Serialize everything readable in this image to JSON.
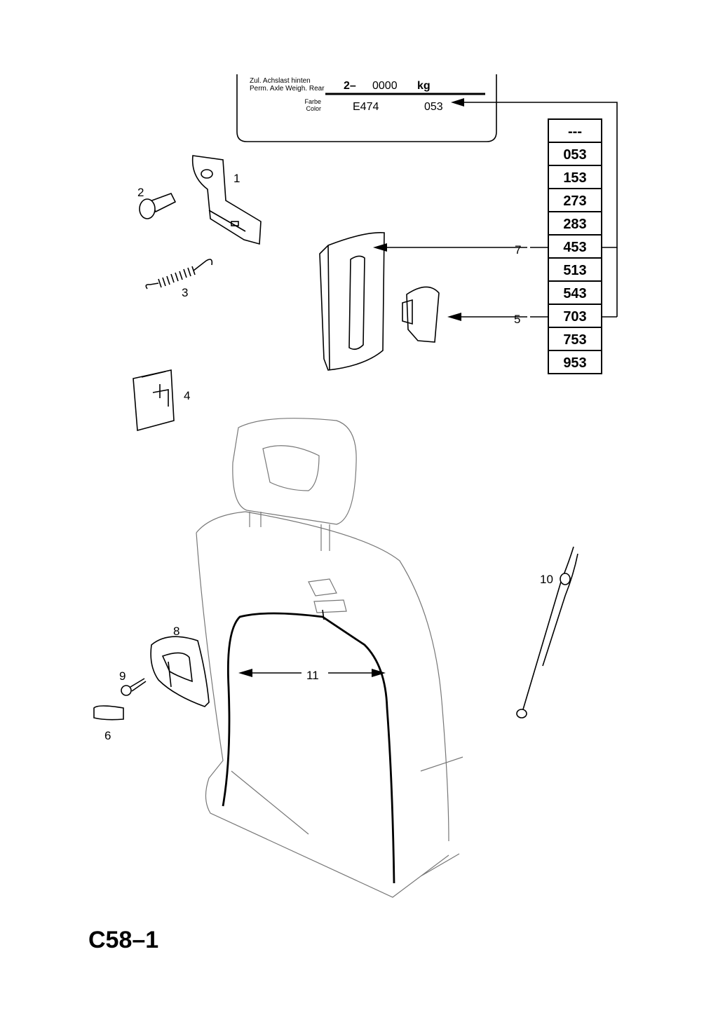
{
  "label_plate": {
    "axle_load_de": "Zul. Achslast hinten",
    "axle_load_en": "Perm. Axle Weigh. Rear",
    "axle_prefix": "2–",
    "axle_value": "0000",
    "axle_unit": "kg",
    "color_de": "Farbe",
    "color_en": "Color",
    "color_code": "E474",
    "color_number": "053"
  },
  "color_codes": [
    "---",
    "053",
    "153",
    "273",
    "283",
    "453",
    "513",
    "543",
    "703",
    "753",
    "953"
  ],
  "callouts": [
    "1",
    "2",
    "3",
    "4",
    "5",
    "6",
    "7",
    "8",
    "9",
    "10",
    "11"
  ],
  "page_code": "C58–1"
}
